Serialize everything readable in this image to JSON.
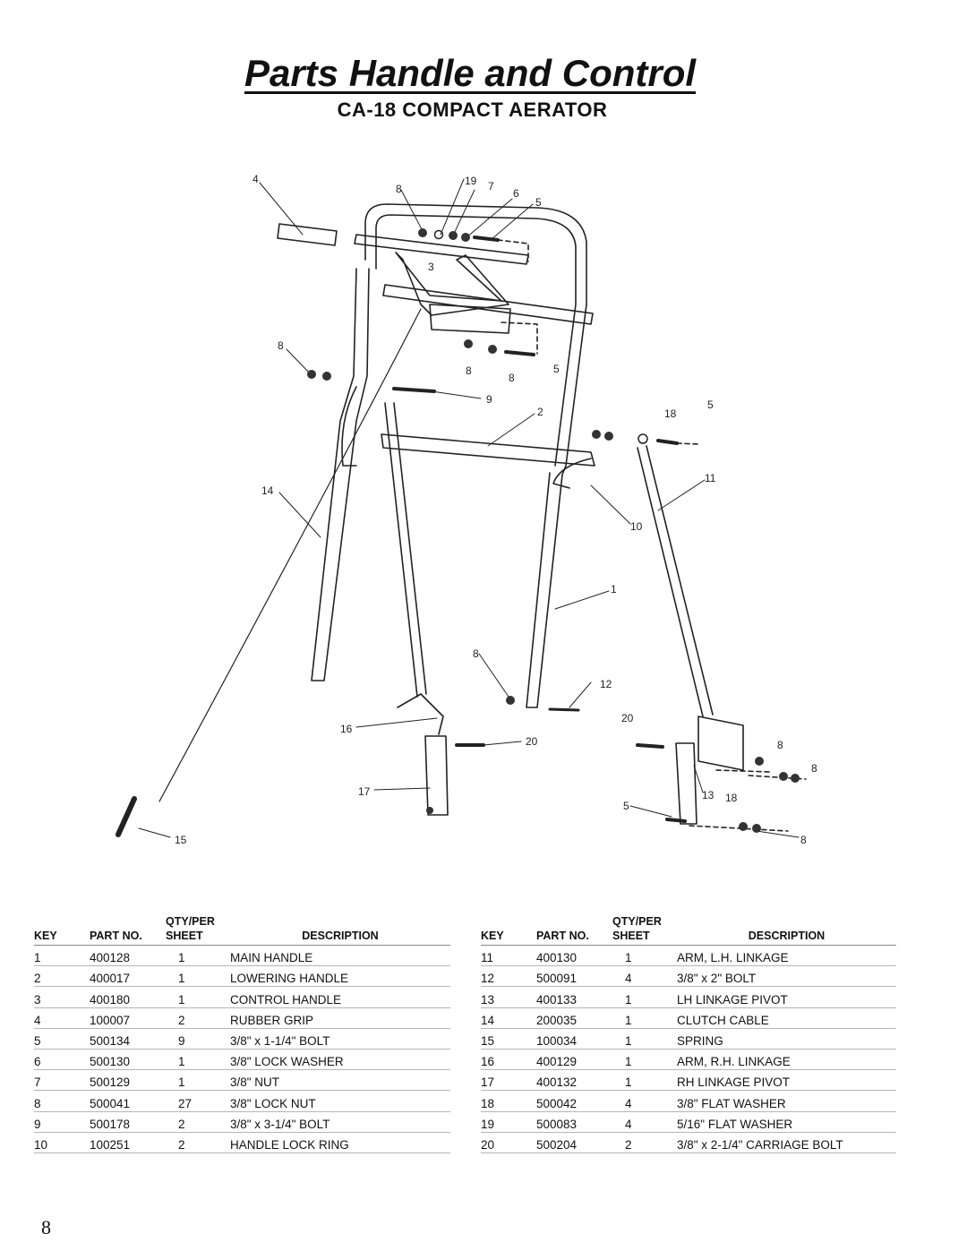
{
  "page": {
    "title": "Parts Handle and Control",
    "subtitle": "CA-18 COMPACT AERATOR",
    "page_number": "8"
  },
  "diagram": {
    "callouts": [
      "4",
      "19",
      "7",
      "6",
      "5",
      "8",
      "3",
      "8",
      "8",
      "8",
      "5",
      "9",
      "2",
      "18",
      "5",
      "11",
      "14",
      "10",
      "1",
      "8",
      "12",
      "20",
      "16",
      "20",
      "8",
      "8",
      "17",
      "13",
      "18",
      "5",
      "15",
      "8"
    ]
  },
  "table": {
    "headers": {
      "key": "KEY",
      "part_no": "PART NO.",
      "qty_top": "QTY/PER",
      "qty_bottom": "SHEET",
      "description": "DESCRIPTION"
    },
    "left_rows": [
      {
        "key": "1",
        "part": "400128",
        "qty": "1",
        "desc": "MAIN HANDLE"
      },
      {
        "key": "2",
        "part": "400017",
        "qty": "1",
        "desc": "LOWERING HANDLE"
      },
      {
        "key": "3",
        "part": "400180",
        "qty": "1",
        "desc": "CONTROL HANDLE"
      },
      {
        "key": "4",
        "part": "100007",
        "qty": "2",
        "desc": "RUBBER GRIP"
      },
      {
        "key": "5",
        "part": "500134",
        "qty": "9",
        "desc": "3/8\" x 1-1/4\" BOLT"
      },
      {
        "key": "6",
        "part": "500130",
        "qty": "1",
        "desc": "3/8\" LOCK WASHER"
      },
      {
        "key": "7",
        "part": "500129",
        "qty": "1",
        "desc": "3/8\" NUT"
      },
      {
        "key": "8",
        "part": "500041",
        "qty": "27",
        "desc": "3/8\" LOCK NUT"
      },
      {
        "key": "9",
        "part": "500178",
        "qty": "2",
        "desc": "3/8\" x 3-1/4\" BOLT"
      },
      {
        "key": "10",
        "part": "100251",
        "qty": "2",
        "desc": "HANDLE LOCK RING"
      }
    ],
    "right_rows": [
      {
        "key": "11",
        "part": "400130",
        "qty": "1",
        "desc": "ARM, L.H. LINKAGE"
      },
      {
        "key": "12",
        "part": "500091",
        "qty": "4",
        "desc": "3/8\" x 2\" BOLT"
      },
      {
        "key": "13",
        "part": "400133",
        "qty": "1",
        "desc": "LH LINKAGE PIVOT"
      },
      {
        "key": "14",
        "part": "200035",
        "qty": "1",
        "desc": "CLUTCH CABLE"
      },
      {
        "key": "15",
        "part": "100034",
        "qty": "1",
        "desc": "SPRING"
      },
      {
        "key": "16",
        "part": "400129",
        "qty": "1",
        "desc": "ARM, R.H. LINKAGE"
      },
      {
        "key": "17",
        "part": "400132",
        "qty": "1",
        "desc": "RH LINKAGE PIVOT"
      },
      {
        "key": "18",
        "part": "500042",
        "qty": "4",
        "desc": "3/8\" FLAT WASHER"
      },
      {
        "key": "19",
        "part": "500083",
        "qty": "4",
        "desc": "5/16\" FLAT WASHER"
      },
      {
        "key": "20",
        "part": "500204",
        "qty": "2",
        "desc": "3/8\" x 2-1/4\" CARRIAGE BOLT"
      }
    ]
  }
}
